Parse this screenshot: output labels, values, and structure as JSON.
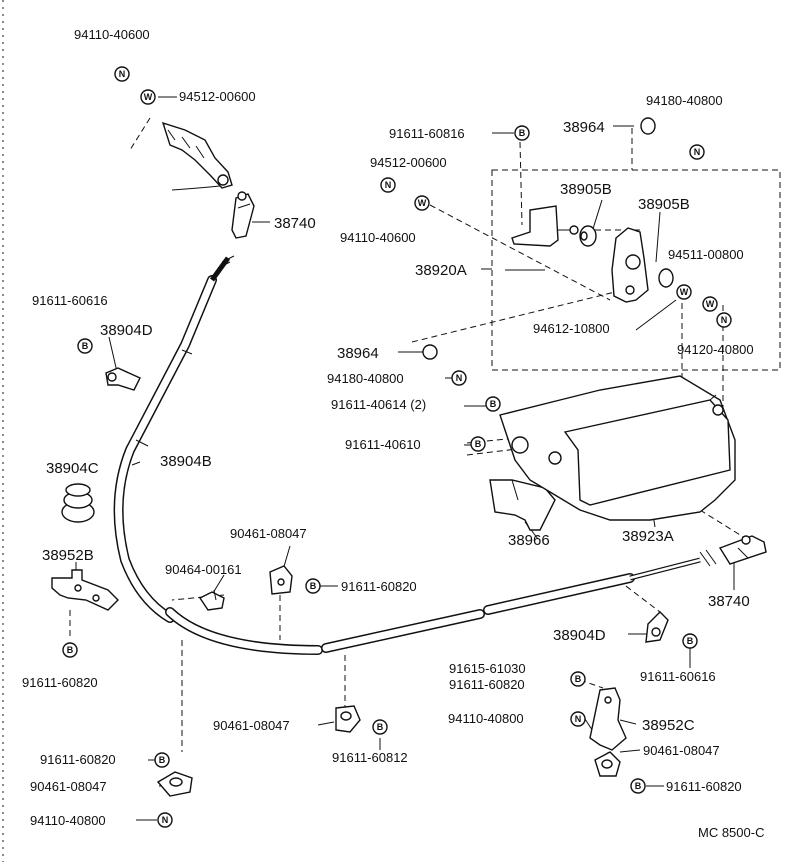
{
  "labels": {
    "l01": "94110-40600",
    "l02": "94512-00600",
    "l03": "38740",
    "l04": "91611-60616",
    "l05": "38904D",
    "l06": "38904C",
    "l07": "38904B",
    "l08": "38952B",
    "l09": "91611-60820",
    "l10": "90464-00161",
    "l11": "90461-08047",
    "l12": "91611-60820",
    "l13": "91611-60820",
    "l14": "90461-08047",
    "l15": "94110-40800",
    "l16": "90461-08047",
    "l17": "91611-60812",
    "l18": "91611-60816",
    "l19": "94512-00600",
    "l20": "94110-40600",
    "l21": "38920A",
    "l22": "38964",
    "l23": "94180-40800",
    "l24": "91611-40614 (2)",
    "l25": "91611-40610",
    "l26": "38964",
    "l27": "94180-40800",
    "l28": "38905B",
    "l29": "38905B",
    "l30": "94511-00800",
    "l31": "94612-10800",
    "l32": "94120-40800",
    "l33": "38966",
    "l34": "38923A",
    "l35": "38740",
    "l36": "38904D",
    "l37": "91611-60616",
    "l38": "91615-61030",
    "l39": "91611-60820",
    "l40": "94110-40800",
    "l41": "38952C",
    "l42": "90461-08047",
    "l43": "91611-60820",
    "l44": "MC 8500-C"
  },
  "symbols": {
    "N": "N",
    "W": "W",
    "B": "B"
  }
}
